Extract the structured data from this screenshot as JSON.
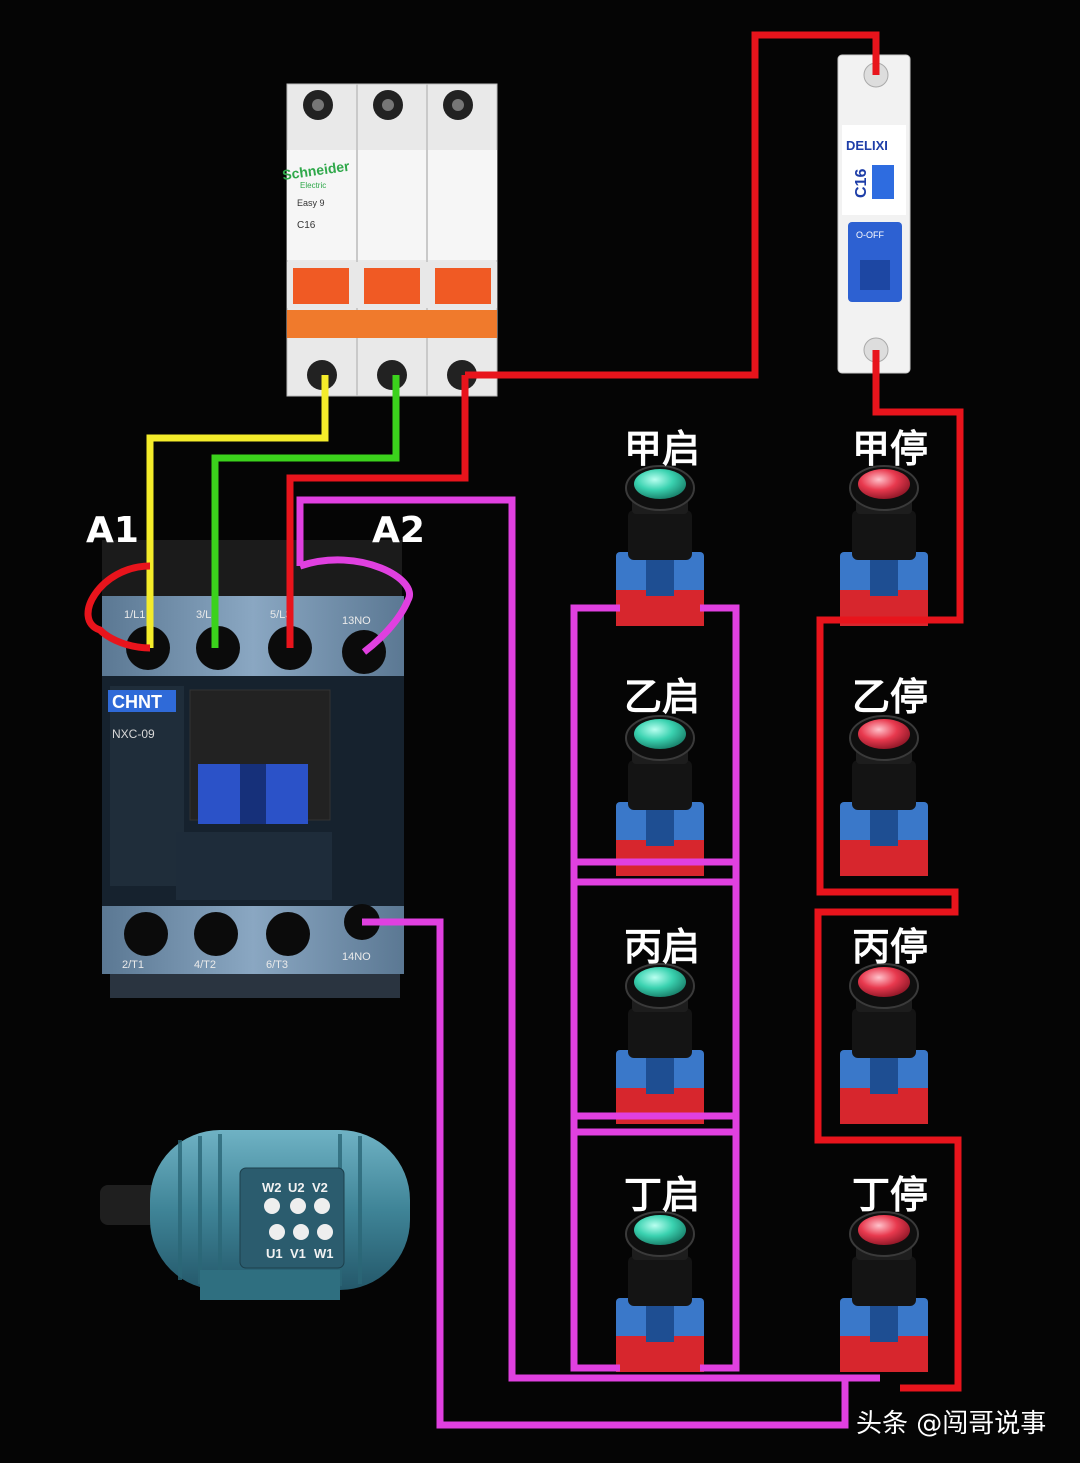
{
  "colors": {
    "background": "#050505",
    "wire_red": "#e8141c",
    "wire_yellow": "#f4ec2a",
    "wire_green": "#3bd21c",
    "wire_magenta": "#e040e0",
    "start_button": "#3ad2b0",
    "stop_button": "#e8394e",
    "contactor_body": "#7f9cb7",
    "motor_body": "#4f8fa2"
  },
  "terminals": {
    "a1": "A1",
    "a2": "A2"
  },
  "breaker_3p": {
    "brand": "Schneider",
    "brand_sub": "Electric",
    "model": "Easy 9",
    "rating": "C16"
  },
  "breaker_1p": {
    "brand": "DELIXI",
    "rating": "C16",
    "switch_text": "O-OFF"
  },
  "contactor": {
    "brand": "CHNT",
    "model": "NXC-09",
    "top_terminals": [
      "1/L1",
      "3/L2",
      "5/L3",
      "13NO"
    ],
    "bottom_terminals": [
      "2/T1",
      "4/T2",
      "6/T3",
      "14NO"
    ]
  },
  "motor": {
    "top_terminals": [
      "W2",
      "U2",
      "V2"
    ],
    "bottom_terminals": [
      "U1",
      "V1",
      "W1"
    ]
  },
  "start_buttons": [
    "甲启",
    "乙启",
    "丙启",
    "丁启"
  ],
  "stop_buttons": [
    "甲停",
    "乙停",
    "丙停",
    "丁停"
  ],
  "watermark": "头条 @闯哥说事"
}
